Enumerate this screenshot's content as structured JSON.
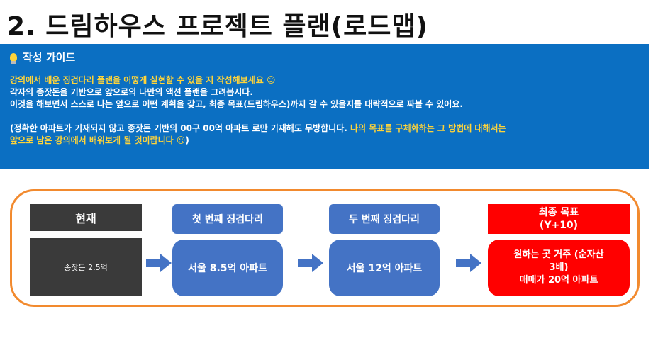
{
  "title": "2. 드림하우스 프로젝트 플랜(로드맵)",
  "guide": {
    "icon": "lightbulb-icon",
    "heading": "작성 가이드",
    "line1": "강의에서 배운 징검다리 플랜을 어떻게 실현할 수 있을 지 작성해보세요 ☺",
    "line2": "각자의 종잣돈을 기반으로 앞으로의 나만의 액션 플랜을 그려봅시다.",
    "line3": "이것을 해보면서 스스로 나는 앞으로 어떤 계획을 갖고, 최종 목표(드림하우스)까지 갈 수 있을지를 대략적으로 짜볼 수 있어요.",
    "line4_white": "(정확한 아파트가 기재되지 않고 종잣돈 기반의 00구 00억 아파트 로만 기재해도 무방합니다. ",
    "line4_yellow": "나의 목표를 구체화하는 그 방법에 대해서는",
    "line5_yellow": "앞으로 남은 강의에서 배워보게 될 것이랍니다 ☺",
    "line5_white": ")"
  },
  "roadmap": {
    "current_header": "현재",
    "current_body": "종잣돈 2.5억",
    "step1_header": "첫 번째 징검다리",
    "step1_body": "서울 8.5억 아파트",
    "step2_header": "두 번째 징검다리",
    "step2_body": "서울 12억 아파트",
    "final_header_line1": "최종 목표",
    "final_header_line2": "(Y+10)",
    "final_body_line1": "원하는 곳 거주 (순자산",
    "final_body_line2": "3배)",
    "final_body_line3": "매매가 20억 아파트"
  },
  "colors": {
    "guide_bg": "#0b6fc2",
    "highlight": "#ffd43a",
    "frame": "#f28a2e",
    "dark_box": "#3a3a3a",
    "blue_box": "#4473c5",
    "red_box": "#ff0000",
    "arrow": "#4473c5"
  }
}
